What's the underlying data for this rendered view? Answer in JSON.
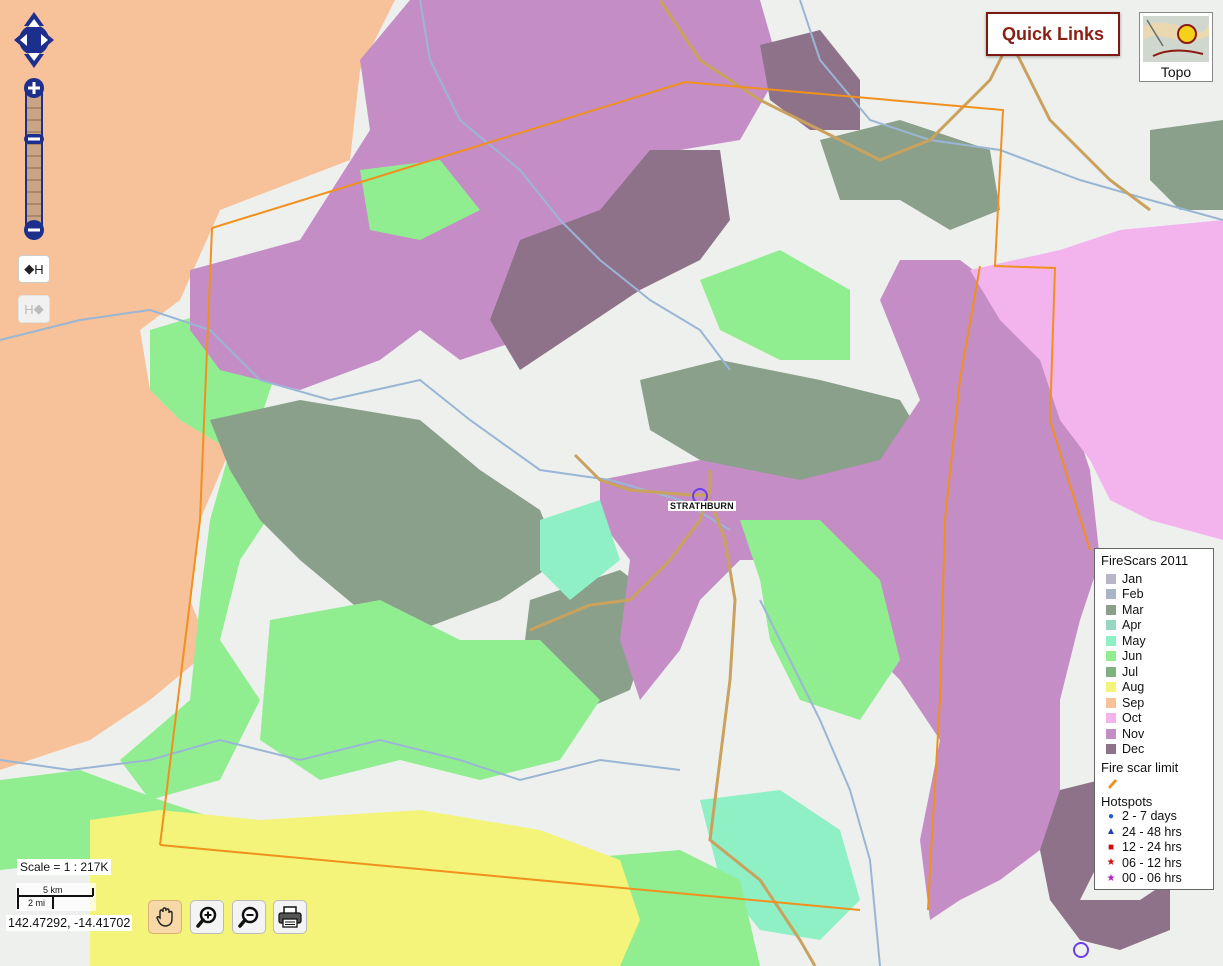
{
  "map": {
    "town_label": "STRATHBURN",
    "colors": {
      "background": "#eef0ee",
      "river": "#9ab6d4",
      "boundary": "#f0901e"
    }
  },
  "controls": {
    "pan_icon": "pan-arrows-icon",
    "zoom_in_icon": "plus-icon",
    "zoom_out_icon": "minus-icon",
    "history_back_label": "H",
    "history_forward_label": "H"
  },
  "top_right": {
    "quick_links_label": "Quick Links",
    "basemap_label": "Topo"
  },
  "legend": {
    "title": "FireScars 2011",
    "months": [
      {
        "label": "Jan",
        "color": "#b9b5c9"
      },
      {
        "label": "Feb",
        "color": "#a9b4c8"
      },
      {
        "label": "Mar",
        "color": "#8aa08a"
      },
      {
        "label": "Apr",
        "color": "#98d6c4"
      },
      {
        "label": "May",
        "color": "#8ff0c6"
      },
      {
        "label": "Jun",
        "color": "#90ee90"
      },
      {
        "label": "Jul",
        "color": "#7fb07f"
      },
      {
        "label": "Aug",
        "color": "#f4f47a"
      },
      {
        "label": "Sep",
        "color": "#f7c199"
      },
      {
        "label": "Oct",
        "color": "#f3b4ee"
      },
      {
        "label": "Nov",
        "color": "#c58dc6"
      },
      {
        "label": "Dec",
        "color": "#8e7289"
      }
    ],
    "limit_label": "Fire scar limit",
    "limit_color": "#f0901e",
    "hotspots_label": "Hotspots",
    "hotspots": [
      {
        "label": "2 - 7 days",
        "symbol": "●",
        "color": "#1f5fd0"
      },
      {
        "label": "24 - 48 hrs",
        "symbol": "▲",
        "color": "#1f3fb0"
      },
      {
        "label": "12 - 24 hrs",
        "symbol": "■",
        "color": "#d01010"
      },
      {
        "label": "06 - 12 hrs",
        "symbol": "★",
        "color": "#d01010"
      },
      {
        "label": "00 - 06 hrs",
        "symbol": "★",
        "color": "#b020c0"
      }
    ]
  },
  "footer": {
    "scale_text": "Scale = 1 : 217K",
    "scale_km": "5 km",
    "scale_mi": "2 mi",
    "coordinates": "142.47292, -14.41702"
  },
  "tools": {
    "pan_icon": "hand-icon",
    "zoom_in_icon": "zoom-in-icon",
    "zoom_out_icon": "zoom-out-icon",
    "print_icon": "printer-icon"
  }
}
